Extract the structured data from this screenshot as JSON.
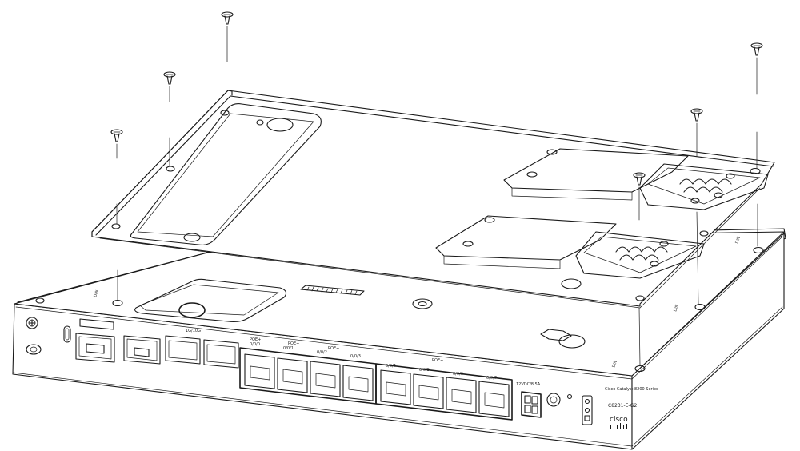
{
  "labels": {
    "model": "C8231-E-G2",
    "brand": "cisco",
    "series": "Cisco Catalyst 8200 Series",
    "poe_a": "POE+",
    "poe_b": "POE+",
    "poe_c": "POE+",
    "poe_d": "POE+",
    "port_0": "0/0/0",
    "port_1": "0/0/1",
    "port_2": "0/0/2",
    "port_3": "0/0/3",
    "port_4": "0/0/4",
    "port_5": "0/0/5",
    "port_6": "0/0/6",
    "port_7": "0/0/7",
    "speed": "1G/10G",
    "rating": "12VDC/8.5A"
  },
  "colors": {
    "line": "#1a1a1a",
    "background": "#ffffff"
  },
  "icons": [
    "screw-icon",
    "usb-c-icon",
    "ground-icon",
    "power-button-icon"
  ]
}
